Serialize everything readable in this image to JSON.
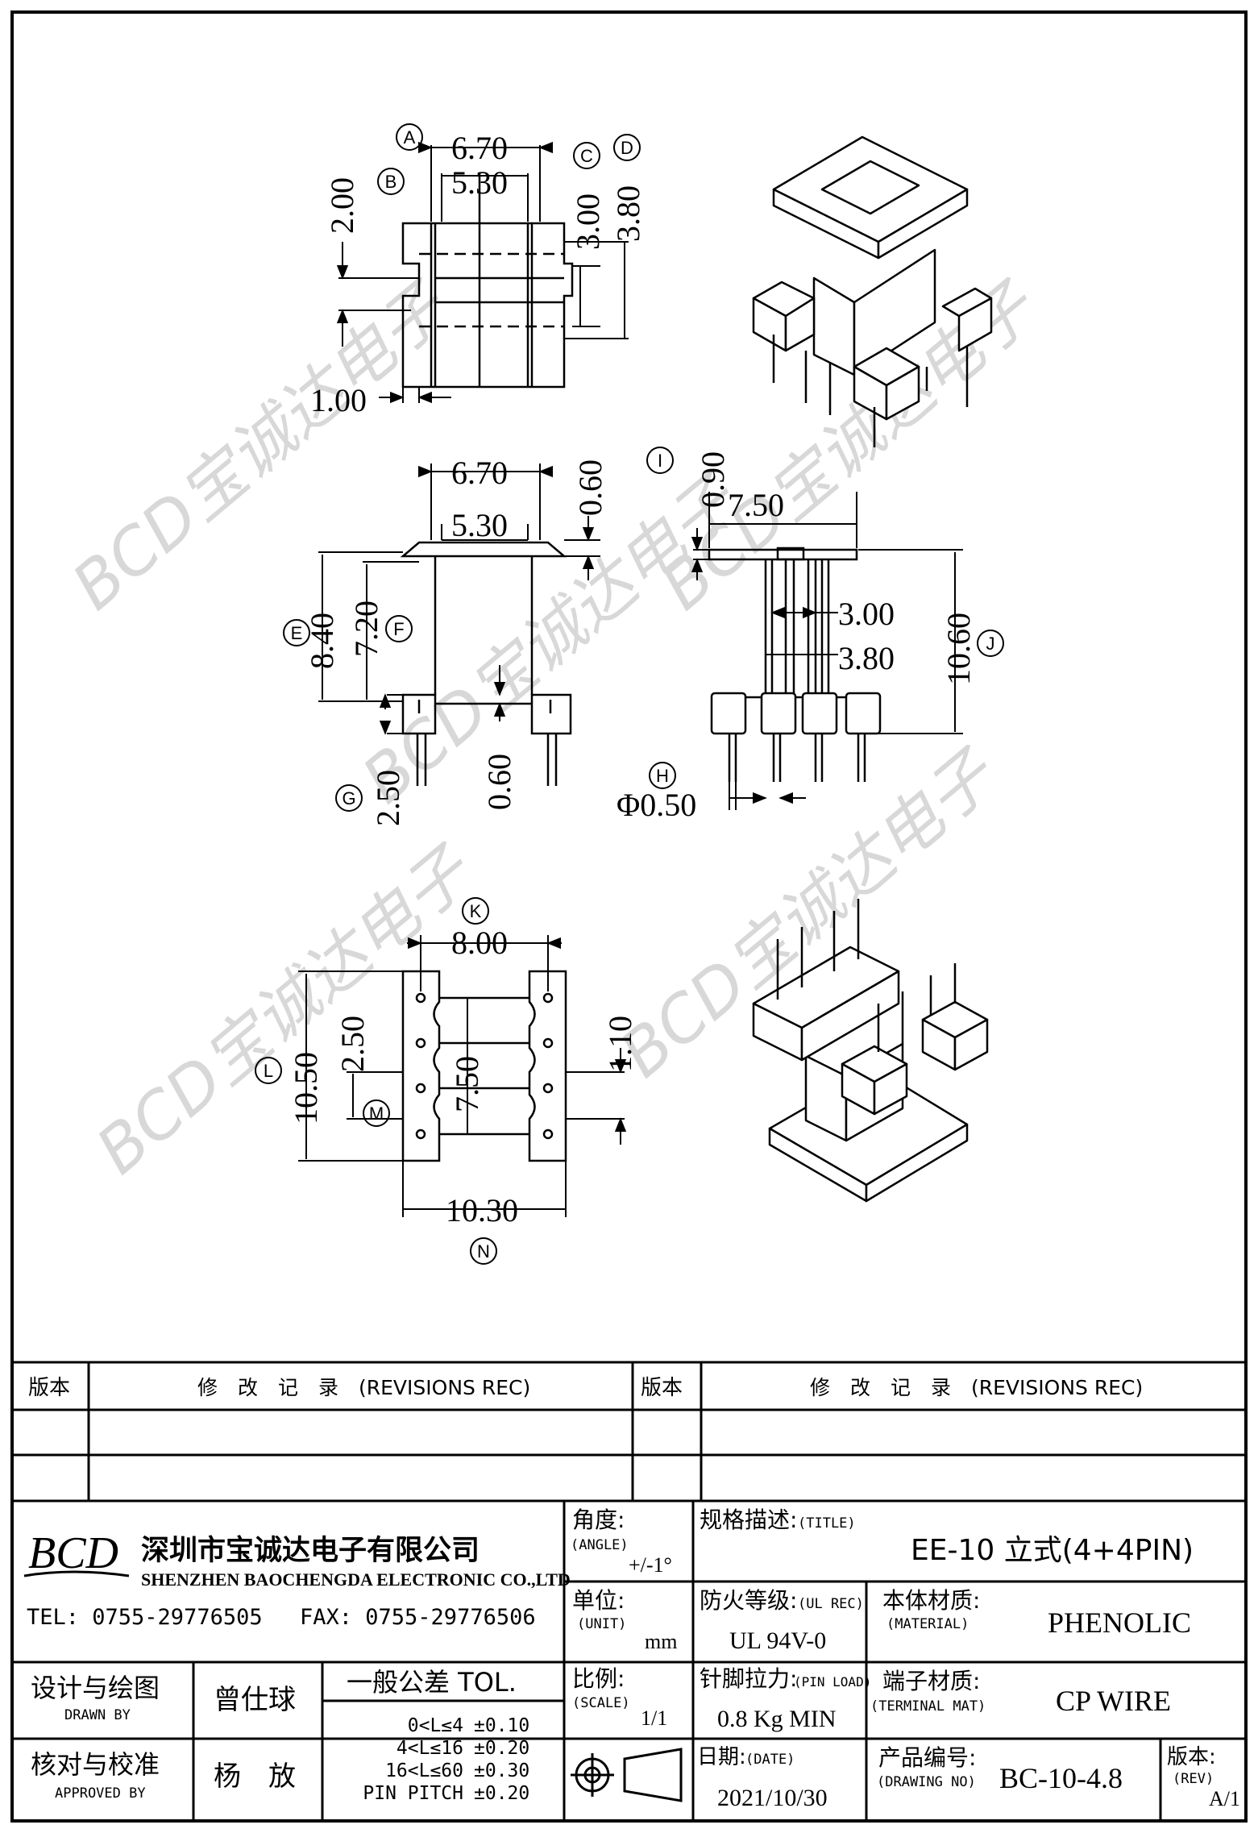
{
  "watermarks": [
    "BCD宝诚达电子",
    "BCD宝诚达电子",
    "BCD宝诚达电子",
    "BCD宝诚达电子",
    "BCD宝诚达电子"
  ],
  "callouts": {
    "A": "A",
    "B": "B",
    "C": "C",
    "D": "D",
    "E": "E",
    "F": "F",
    "G": "G",
    "H": "H",
    "I": "I",
    "J": "J",
    "K": "K",
    "L": "L",
    "M": "M",
    "N": "N"
  },
  "dims": {
    "top_A": "6.70",
    "top_B": "5.30",
    "top_C": "3.00",
    "top_D": "3.80",
    "top_left_v": "2.00",
    "top_bottom": "1.00",
    "front_top": "6.70",
    "front_inner": "5.30",
    "front_flange": "0.60",
    "front_E": "8.40",
    "front_F": "7.20",
    "front_G": "2.50",
    "front_center": "0.60",
    "side_top": "0.90",
    "side_I": "7.50",
    "side_300": "3.00",
    "side_380": "3.80",
    "side_J": "10.60",
    "side_H": "Φ0.50",
    "bottom_K": "8.00",
    "bottom_L": "10.50",
    "bottom_M": "2.50",
    "bottom_pitch": "7.50",
    "bottom_gap": "1.10",
    "bottom_N": "10.30"
  },
  "revisions": {
    "col_version": "版本",
    "col_record": "修　改　记　录　(REVISIONS REC)"
  },
  "company": {
    "logo": "BCD",
    "name_cn": "深圳市宝诚达电子有限公司",
    "name_en": "SHENZHEN BAOCHENGDA ELECTRONIC CO.,LTD",
    "tel": "TEL: 0755-29776505",
    "fax": "FAX: 0755-29776506"
  },
  "fields": {
    "angle_label": "角度:",
    "angle_sub": "(ANGLE)",
    "angle_value": "+/-1°",
    "title_label": "规格描述:",
    "title_sub": "(TITLE)",
    "title_value": "EE-10 立式(4+4PIN)",
    "unit_label": "单位:",
    "unit_sub": "(UNIT)",
    "unit_value": "mm",
    "ul_label": "防火等级:",
    "ul_sub": "(UL REC)",
    "ul_value": "UL 94V-0",
    "material_label": "本体材质:",
    "material_sub": "(MATERIAL)",
    "material_value": "PHENOLIC",
    "designer_label": "设计与绘图",
    "designer_sub": "DRAWN BY",
    "designer_value": "曾仕球",
    "checker_label": "核对与校准",
    "checker_sub": "APPROVED BY",
    "checker_value": "杨　放",
    "tol_title": "一般公差  TOL.",
    "tol_rows": [
      {
        "range": "0<L≤4",
        "tol": "±0.10"
      },
      {
        "range": "4<L≤16",
        "tol": "±0.20"
      },
      {
        "range": "16<L≤60",
        "tol": "±0.30"
      },
      {
        "range": "PIN PITCH",
        "tol": "±0.20"
      }
    ],
    "scale_label": "比例:",
    "scale_sub": "(SCALE)",
    "scale_value": "1/1",
    "pinload_label": "针脚拉力:",
    "pinload_sub": "(PIN LOAD)",
    "pinload_value": "0.8 Kg MIN",
    "terminal_label": "端子材质:",
    "terminal_sub": "(TERMINAL MAT)",
    "terminal_value": "CP WIRE",
    "date_label": "日期:",
    "date_sub": "(DATE)",
    "date_value": "2021/10/30",
    "drawingno_label": "产品编号:",
    "drawingno_sub": "(DRAWING NO)",
    "drawingno_value": "BC-10-4.8",
    "rev_label": "版本:",
    "rev_sub": "(REV)",
    "rev_value": "A/1"
  }
}
